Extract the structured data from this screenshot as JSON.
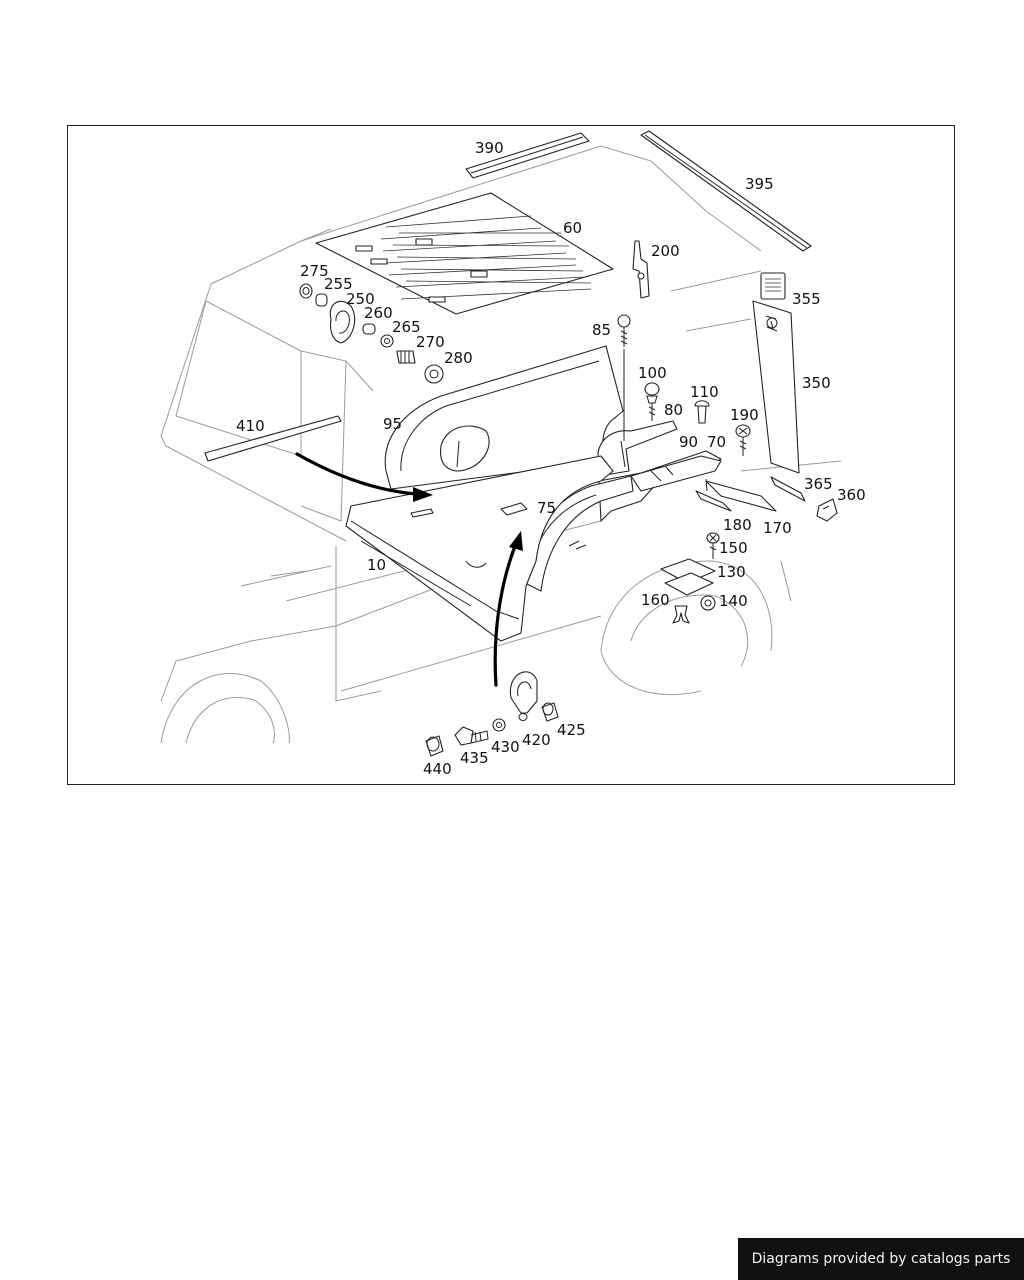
{
  "labels": {
    "p390": "390",
    "p395": "395",
    "p60": "60",
    "p200": "200",
    "p275": "275",
    "p255": "255",
    "p250": "250",
    "p260": "260",
    "p265": "265",
    "p270": "270",
    "p280": "280",
    "p355": "355",
    "p85": "85",
    "p350": "350",
    "p100": "100",
    "p110": "110",
    "p80": "80",
    "p190": "190",
    "p410": "410",
    "p95": "95",
    "p90": "90",
    "p70": "70",
    "p75": "75",
    "p365": "365",
    "p360": "360",
    "p180": "180",
    "p170": "170",
    "p150": "150",
    "p10": "10",
    "p130": "130",
    "p160": "160",
    "p140": "140",
    "p425": "425",
    "p420": "420",
    "p430": "430",
    "p435": "435",
    "p440": "440"
  },
  "footer": {
    "text": "Diagrams provided by catalogs parts"
  }
}
